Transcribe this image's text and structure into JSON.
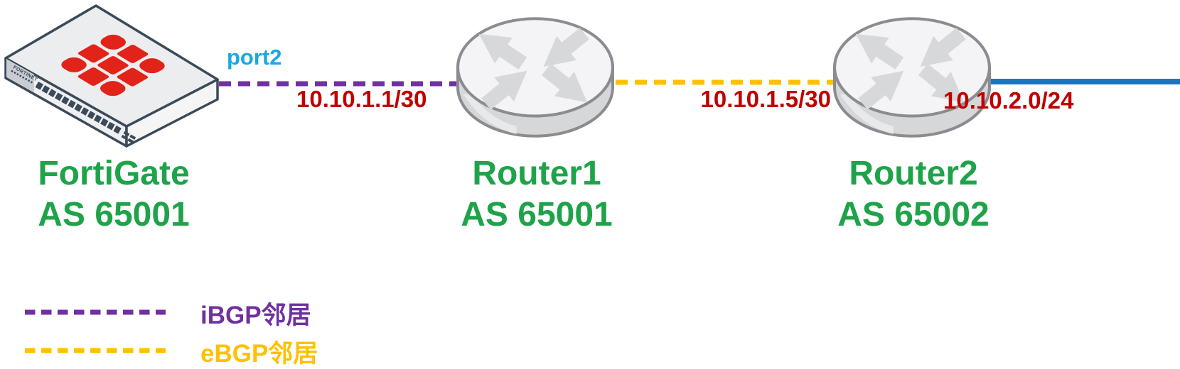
{
  "diagram": {
    "devices": [
      {
        "name": "FortiGate",
        "as_label": "AS 65001",
        "type": "firewall",
        "brand_text": "FORTINET"
      },
      {
        "name": "Router1",
        "as_label": "AS 65001",
        "type": "router"
      },
      {
        "name": "Router2",
        "as_label": "AS 65002",
        "type": "router"
      }
    ],
    "links": [
      {
        "from": "FortiGate",
        "to": "Router1",
        "relation": "iBGP",
        "style": "dashed",
        "color": "#7030A0",
        "port_label": "port2",
        "subnet": "10.10.1.1/30"
      },
      {
        "from": "Router1",
        "to": "Router2",
        "relation": "eBGP",
        "style": "dashed",
        "color": "#FFC000",
        "subnet": "10.10.1.5/30"
      },
      {
        "from": "Router2",
        "to": "LAN",
        "relation": "connected-network",
        "style": "solid",
        "color": "#1B74BD",
        "subnet": "10.10.2.0/24"
      }
    ],
    "legend": [
      {
        "label": "iBGP邻居",
        "color": "#7030A0",
        "style": "dashed"
      },
      {
        "label": "eBGP邻居",
        "color": "#FFC000",
        "style": "dashed"
      }
    ],
    "colors": {
      "device_label_green": "#1FA34A",
      "ip_label_red": "#C00000",
      "ibgp_purple": "#7030A0",
      "ebgp_gold": "#FFC000",
      "port_label_cyan": "#1BA7E2",
      "lan_line_blue": "#1B74BD",
      "fortinet_logo_red": "#E2231A"
    }
  }
}
